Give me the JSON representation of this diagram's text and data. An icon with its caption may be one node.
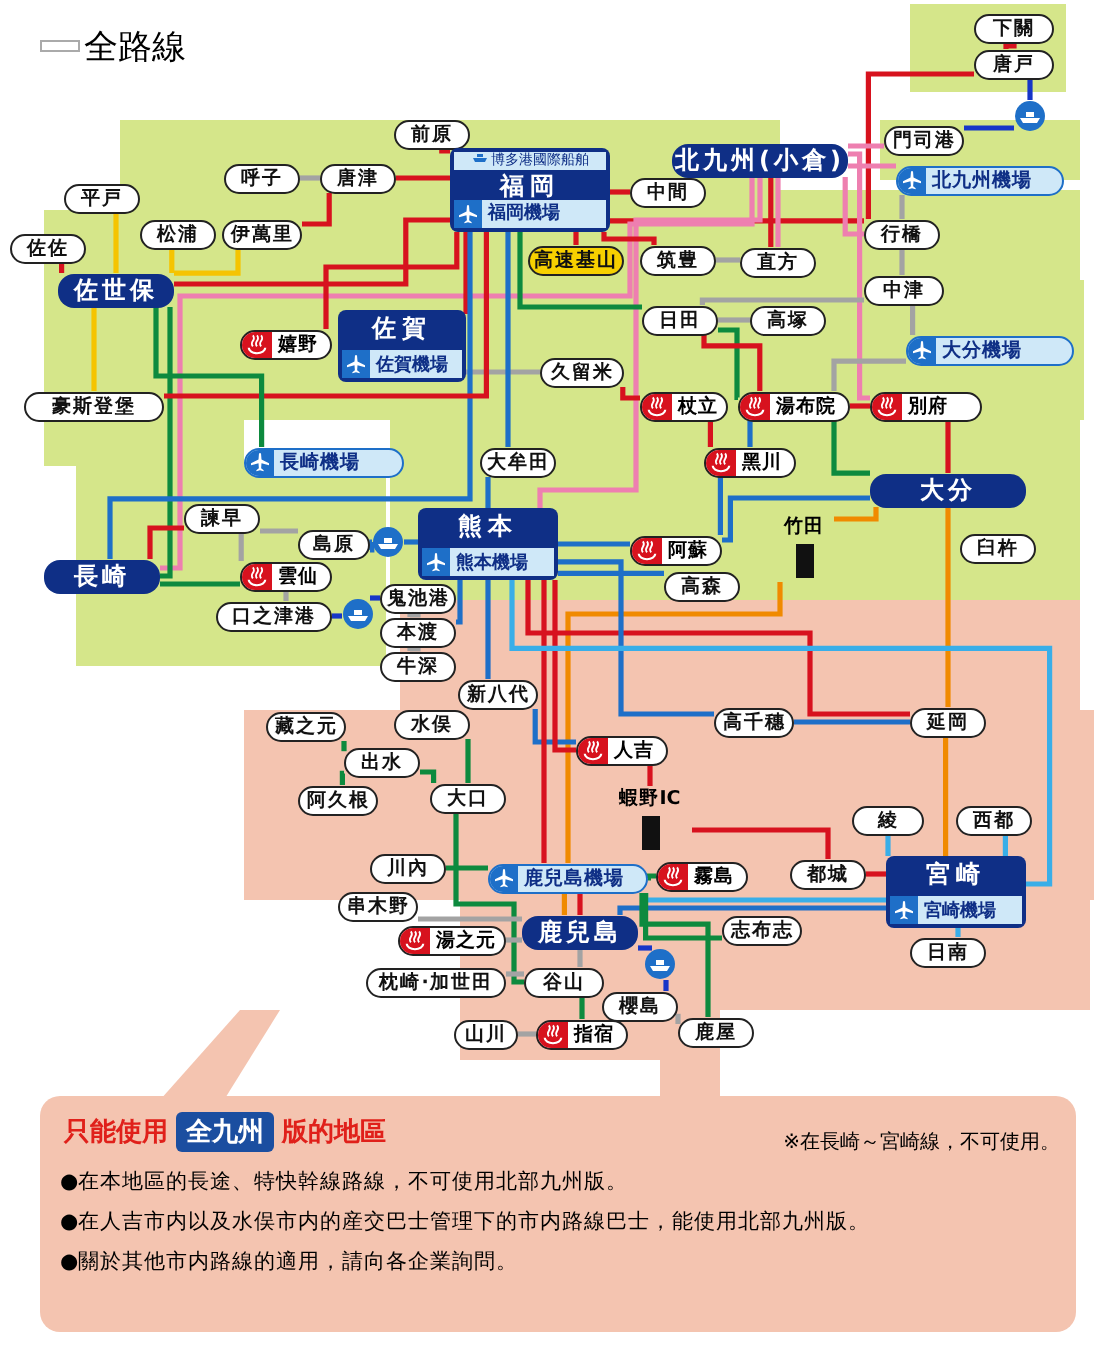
{
  "diagram": {
    "title": "全路線",
    "nodes": [
      {
        "text": [
          "下關"
        ]
      },
      {
        "text": [
          "唐戸"
        ]
      },
      {
        "text": [],
        "shape": "circle"
      },
      {
        "text": [
          "門司港"
        ]
      },
      {
        "text": [
          "北九州(小倉)"
        ]
      },
      {
        "text": [
          "北九州機場"
        ]
      },
      {
        "text": [
          "前原"
        ]
      },
      {
        "text": [
          "博多港國際船舶",
          "福岡",
          "福岡機場"
        ]
      },
      {
        "text": [
          "呼子"
        ]
      },
      {
        "text": [
          "唐津"
        ]
      },
      {
        "text": [
          "平戸"
        ]
      },
      {
        "text": [
          "松浦"
        ]
      },
      {
        "text": [
          "伊萬里"
        ]
      },
      {
        "text": [
          "佐佐"
        ]
      },
      {
        "text": [
          "佐世保"
        ]
      },
      {
        "text": [
          "中間"
        ]
      },
      {
        "text": [
          "行橋"
        ]
      },
      {
        "text": [
          "高速基山"
        ]
      },
      {
        "text": [
          "筑豊"
        ]
      },
      {
        "text": [
          "直方"
        ]
      },
      {
        "text": [
          "中津"
        ]
      },
      {
        "text": [
          "日田"
        ]
      },
      {
        "text": [
          "高塚"
        ]
      },
      {
        "text": [
          "大分機場"
        ]
      },
      {
        "text": [
          "嬉野"
        ]
      },
      {
        "text": [
          "佐賀",
          "佐賀機場"
        ]
      },
      {
        "text": [
          "久留米"
        ]
      },
      {
        "text": [
          "豪斯登堡"
        ]
      },
      {
        "text": [
          "杖立"
        ]
      },
      {
        "text": [
          "湯布院"
        ]
      },
      {
        "text": [
          "別府"
        ]
      },
      {
        "text": [
          "長崎機場"
        ]
      },
      {
        "text": [
          "黑川"
        ]
      },
      {
        "text": [
          "大牟田"
        ]
      },
      {
        "text": [
          "大分"
        ]
      },
      {
        "text": [
          "諫早"
        ]
      },
      {
        "text": [
          "島原"
        ]
      },
      {
        "text": [],
        "shape": "circle"
      },
      {
        "text": [
          "熊本",
          "熊本機場"
        ]
      },
      {
        "text": [
          "阿蘇"
        ]
      },
      {
        "text": [
          "竹田"
        ]
      },
      {
        "text": [
          "臼杵"
        ]
      },
      {
        "text": [
          "高森"
        ]
      },
      {
        "text": [
          "雲仙"
        ]
      },
      {
        "text": [
          "長崎"
        ]
      },
      {
        "text": [
          "口之津港"
        ]
      },
      {
        "text": [],
        "shape": "circle"
      },
      {
        "text": [
          "鬼池港"
        ]
      },
      {
        "text": [
          "本渡"
        ]
      },
      {
        "text": [
          "牛深"
        ]
      },
      {
        "text": [
          "新八代"
        ]
      },
      {
        "text": [
          "水俣"
        ]
      },
      {
        "text": [
          "高千穗"
        ]
      },
      {
        "text": [
          "延岡"
        ]
      },
      {
        "text": [
          "藏之元"
        ]
      },
      {
        "text": [
          "出水"
        ]
      },
      {
        "text": [
          "人吉"
        ]
      },
      {
        "text": [
          "阿久根"
        ]
      },
      {
        "text": [
          "大口"
        ]
      },
      {
        "text": [
          "蝦野IC"
        ]
      },
      {
        "text": [
          "綾"
        ]
      },
      {
        "text": [
          "西都"
        ]
      },
      {
        "text": [
          "川內"
        ]
      },
      {
        "text": [
          "鹿兒島機場"
        ]
      },
      {
        "text": [
          "霧島"
        ]
      },
      {
        "text": [
          "都城"
        ]
      },
      {
        "text": [
          "宮崎",
          "宮崎機場"
        ]
      },
      {
        "text": [
          "串木野"
        ]
      },
      {
        "text": [
          "志布志"
        ]
      },
      {
        "text": [
          "湯之元"
        ]
      },
      {
        "text": [
          "鹿兒島"
        ]
      },
      {
        "text": [],
        "shape": "circle"
      },
      {
        "text": [
          "日南"
        ]
      },
      {
        "text": [
          "枕崎·加世田"
        ]
      },
      {
        "text": [
          "谷山"
        ]
      },
      {
        "text": [
          "櫻島"
        ]
      },
      {
        "text": [
          "山川"
        ]
      },
      {
        "text": [
          "指宿"
        ]
      },
      {
        "text": [
          "鹿屋"
        ]
      }
    ],
    "edges": [
      {
        "from": 0,
        "to": 1,
        "arrow": "none",
        "color": "#d7121e"
      },
      {
        "from": 1,
        "to": 2,
        "arrow": "none",
        "color": "#1736c8"
      },
      {
        "from": 2,
        "to": 3,
        "arrow": "none",
        "color": "#1736c8"
      },
      {
        "from": 1,
        "to": 16,
        "arrow": "none",
        "color": "#d7121e"
      },
      {
        "from": 7,
        "to": 16,
        "arrow": "none",
        "color": "#d7121e"
      },
      {
        "from": 3,
        "to": 4,
        "arrow": "none",
        "color": "#ee7fb0"
      },
      {
        "from": 4,
        "to": 5,
        "arrow": "none",
        "color": "#ee7fb0"
      },
      {
        "from": 4,
        "to": 16,
        "arrow": "none",
        "color": "#ee7fb0"
      },
      {
        "from": 4,
        "to": 19,
        "arrow": "none",
        "color": "#ee7fb0"
      },
      {
        "from": 4,
        "to": 30,
        "arrow": "none",
        "color": "#ee7fb0"
      },
      {
        "from": 4,
        "to": 44,
        "arrow": "none",
        "color": "#ee7fb0"
      },
      {
        "from": 4,
        "to": 38,
        "arrow": "none",
        "color": "#ee7fb0"
      },
      {
        "from": 5,
        "to": 16,
        "arrow": "none",
        "color": "#a3a3a3"
      },
      {
        "from": 6,
        "to": 7,
        "arrow": "none",
        "color": "#d7121e"
      },
      {
        "from": 8,
        "to": 9,
        "arrow": "none",
        "color": "#a3a3a3"
      },
      {
        "from": 9,
        "to": 7,
        "arrow": "none",
        "color": "#d7121e"
      },
      {
        "from": 12,
        "to": 9,
        "arrow": "none",
        "color": "#d7121e"
      },
      {
        "from": 10,
        "to": 14,
        "arrow": "none",
        "color": "#f5c400"
      },
      {
        "from": 11,
        "to": 14,
        "arrow": "none",
        "color": "#f5c400"
      },
      {
        "from": 12,
        "to": 14,
        "arrow": "none",
        "color": "#f5c400"
      },
      {
        "from": 13,
        "to": 14,
        "arrow": "none",
        "color": "#d7121e"
      },
      {
        "from": 14,
        "to": 44,
        "arrow": "none",
        "color": "#0d8a3e"
      },
      {
        "from": 14,
        "to": 7,
        "arrow": "none",
        "color": "#d7121e"
      },
      {
        "from": 14,
        "to": 27,
        "arrow": "none",
        "color": "#f5c400"
      },
      {
        "from": 15,
        "to": 7,
        "arrow": "none",
        "color": "#d7121e"
      },
      {
        "from": 7,
        "to": 17,
        "arrow": "none",
        "color": "#d7121e"
      },
      {
        "from": 18,
        "to": 7,
        "arrow": "none",
        "color": "#d7121e"
      },
      {
        "from": 18,
        "to": 19,
        "arrow": "none",
        "color": "#a3a3a3"
      },
      {
        "from": 19,
        "to": 4,
        "arrow": "none",
        "color": "#d7121e"
      },
      {
        "from": 20,
        "to": 16,
        "arrow": "none",
        "color": "#a3a3a3"
      },
      {
        "from": 20,
        "to": 21,
        "arrow": "none",
        "color": "#a3a3a3"
      },
      {
        "from": 20,
        "to": 23,
        "arrow": "none",
        "color": "#a3a3a3"
      },
      {
        "from": 7,
        "to": 21,
        "arrow": "none",
        "color": "#0d8a3e"
      },
      {
        "from": 21,
        "to": 29,
        "arrow": "none",
        "color": "#0d8a3e"
      },
      {
        "from": 21,
        "to": 29,
        "arrow": "none",
        "color": "#d7121e"
      },
      {
        "from": 22,
        "to": 21,
        "arrow": "none",
        "color": "#a3a3a3"
      },
      {
        "from": 29,
        "to": 23,
        "arrow": "none",
        "color": "#a3a3a3"
      },
      {
        "from": 24,
        "to": 7,
        "arrow": "none",
        "color": "#d7121e"
      },
      {
        "from": 25,
        "to": 7,
        "arrow": "none",
        "color": "#d7121e"
      },
      {
        "from": 25,
        "to": 26,
        "arrow": "none",
        "color": "#a3a3a3"
      },
      {
        "from": 7,
        "to": 44,
        "arrow": "none",
        "color": "#1e6fc8"
      },
      {
        "from": 26,
        "to": 28,
        "arrow": "none",
        "color": "#d7121e"
      },
      {
        "from": 27,
        "to": 7,
        "arrow": "none",
        "color": "#d7121e"
      },
      {
        "from": 28,
        "to": 32,
        "arrow": "none",
        "color": "#d7121e"
      },
      {
        "from": 29,
        "to": 32,
        "arrow": "none",
        "color": "#1e6fc8"
      },
      {
        "from": 29,
        "to": 30,
        "arrow": "none",
        "color": "#d7121e"
      },
      {
        "from": 30,
        "to": 34,
        "arrow": "none",
        "color": "#d7121e"
      },
      {
        "from": 29,
        "to": 34,
        "arrow": "none",
        "color": "#0d8a3e"
      },
      {
        "from": 14,
        "to": 31,
        "arrow": "none",
        "color": "#0d8a3e"
      },
      {
        "from": 32,
        "to": 39,
        "arrow": "none",
        "color": "#1e6fc8"
      },
      {
        "from": 33,
        "to": 7,
        "arrow": "none",
        "color": "#1e6fc8"
      },
      {
        "from": 33,
        "to": 38,
        "arrow": "none",
        "color": "#1e6fc8"
      },
      {
        "from": 38,
        "to": 39,
        "arrow": "none",
        "color": "#1e6fc8"
      },
      {
        "from": 39,
        "to": 34,
        "arrow": "none",
        "color": "#1e6fc8"
      },
      {
        "from": 40,
        "to": 34,
        "arrow": "none",
        "color": "#f08a00"
      },
      {
        "from": 40,
        "to": 63,
        "arrow": "none",
        "color": "#f08a00"
      },
      {
        "from": 34,
        "to": 53,
        "arrow": "none",
        "color": "#f08a00"
      },
      {
        "from": 53,
        "to": 66,
        "arrow": "none",
        "color": "#f08a00"
      },
      {
        "from": 42,
        "to": 38,
        "arrow": "none",
        "color": "#1e6fc8"
      },
      {
        "from": 35,
        "to": 44,
        "arrow": "none",
        "color": "#d7121e"
      },
      {
        "from": 35,
        "to": 36,
        "arrow": "none",
        "color": "#a3a3a3"
      },
      {
        "from": 35,
        "to": 43,
        "arrow": "none",
        "color": "#a3a3a3"
      },
      {
        "from": 43,
        "to": 44,
        "arrow": "none",
        "color": "#0d8a3e"
      },
      {
        "from": 36,
        "to": 37,
        "arrow": "none",
        "color": "#1e6fc8"
      },
      {
        "from": 37,
        "to": 38,
        "arrow": "none",
        "color": "#1e6fc8"
      },
      {
        "from": 45,
        "to": 46,
        "arrow": "none",
        "color": "#1736c8"
      },
      {
        "from": 46,
        "to": 47,
        "arrow": "none",
        "color": "#1736c8"
      },
      {
        "from": 45,
        "to": 43,
        "arrow": "none",
        "color": "#a3a3a3"
      },
      {
        "from": 47,
        "to": 48,
        "arrow": "none",
        "color": "#a3a3a3"
      },
      {
        "from": 48,
        "to": 49,
        "arrow": "none",
        "color": "#a3a3a3"
      },
      {
        "from": 48,
        "to": 38,
        "arrow": "none",
        "color": "#1e6fc8"
      },
      {
        "from": 50,
        "to": 38,
        "arrow": "none",
        "color": "#1e6fc8"
      },
      {
        "from": 50,
        "to": 56,
        "arrow": "none",
        "color": "#1e6fc8"
      },
      {
        "from": 38,
        "to": 63,
        "arrow": "none",
        "color": "#d7121e"
      },
      {
        "from": 38,
        "to": 53,
        "arrow": "none",
        "color": "#d7121e"
      },
      {
        "from": 52,
        "to": 53,
        "arrow": "none",
        "color": "#1e6fc8"
      },
      {
        "from": 38,
        "to": 52,
        "arrow": "none",
        "color": "#1e6fc8"
      },
      {
        "from": 38,
        "to": 56,
        "arrow": "none",
        "color": "#d7121e"
      },
      {
        "from": 56,
        "to": 59,
        "arrow": "none",
        "color": "#d7121e"
      },
      {
        "from": 59,
        "to": 65,
        "arrow": "none",
        "color": "#d7121e"
      },
      {
        "from": 65,
        "to": 66,
        "arrow": "none",
        "color": "#d7121e"
      },
      {
        "from": 38,
        "to": 66,
        "arrow": "none",
        "color": "#39aee8"
      },
      {
        "from": 63,
        "to": 66,
        "arrow": "none",
        "color": "#39aee8"
      },
      {
        "from": 70,
        "to": 66,
        "arrow": "none",
        "color": "#1e6fc8"
      },
      {
        "from": 60,
        "to": 66,
        "arrow": "none",
        "color": "#39aee8"
      },
      {
        "from": 61,
        "to": 66,
        "arrow": "none",
        "color": "#39aee8"
      },
      {
        "from": 72,
        "to": 66,
        "arrow": "none",
        "color": "#39aee8"
      },
      {
        "from": 51,
        "to": 58,
        "arrow": "none",
        "color": "#0d8a3e"
      },
      {
        "from": 55,
        "to": 58,
        "arrow": "none",
        "color": "#0d8a3e"
      },
      {
        "from": 54,
        "to": 55,
        "arrow": "none",
        "color": "#0d8a3e"
      },
      {
        "from": 55,
        "to": 57,
        "arrow": "none",
        "color": "#0d8a3e"
      },
      {
        "from": 58,
        "to": 74,
        "arrow": "none",
        "color": "#0d8a3e"
      },
      {
        "from": 62,
        "to": 63,
        "arrow": "none",
        "color": "#0d8a3e"
      },
      {
        "from": 63,
        "to": 64,
        "arrow": "none",
        "color": "#0d8a3e"
      },
      {
        "from": 63,
        "to": 78,
        "arrow": "none",
        "color": "#0d8a3e"
      },
      {
        "from": 63,
        "to": 68,
        "arrow": "none",
        "color": "#0d8a3e"
      },
      {
        "from": 67,
        "to": 70,
        "arrow": "none",
        "color": "#a3a3a3"
      },
      {
        "from": 69,
        "to": 70,
        "arrow": "none",
        "color": "#a3a3a3"
      },
      {
        "from": 70,
        "to": 71,
        "arrow": "none",
        "color": "#1736c8"
      },
      {
        "from": 71,
        "to": 75,
        "arrow": "none",
        "color": "#1736c8"
      },
      {
        "from": 75,
        "to": 78,
        "arrow": "none",
        "color": "#a3a3a3"
      },
      {
        "from": 73,
        "to": 74,
        "arrow": "none",
        "color": "#a3a3a3"
      },
      {
        "from": 74,
        "to": 70,
        "arrow": "none",
        "color": "#a3a3a3"
      },
      {
        "from": 74,
        "to": 77,
        "arrow": "none",
        "color": "#0d8a3e"
      },
      {
        "from": 76,
        "to": 77,
        "arrow": "none",
        "color": "#a3a3a3"
      },
      {
        "from": 63,
        "to": 70,
        "arrow": "none",
        "color": "#d7121e"
      },
      {
        "from": 63,
        "to": 70,
        "arrow": "none",
        "color": "#f08a00"
      }
    ],
    "labels": [
      "只能使用",
      "全九州",
      "版的地區",
      "※在長崎～宮崎線，不可使用。",
      "●在本地區的長途、特快幹線路線，不可使用北部九州版。",
      "●在人吉市内以及水俣市内的産交巴士管理下的市内路線巴士，能使用北部九州版。",
      "●關於其他市内路線的適用，請向各企業詢問。"
    ]
  }
}
